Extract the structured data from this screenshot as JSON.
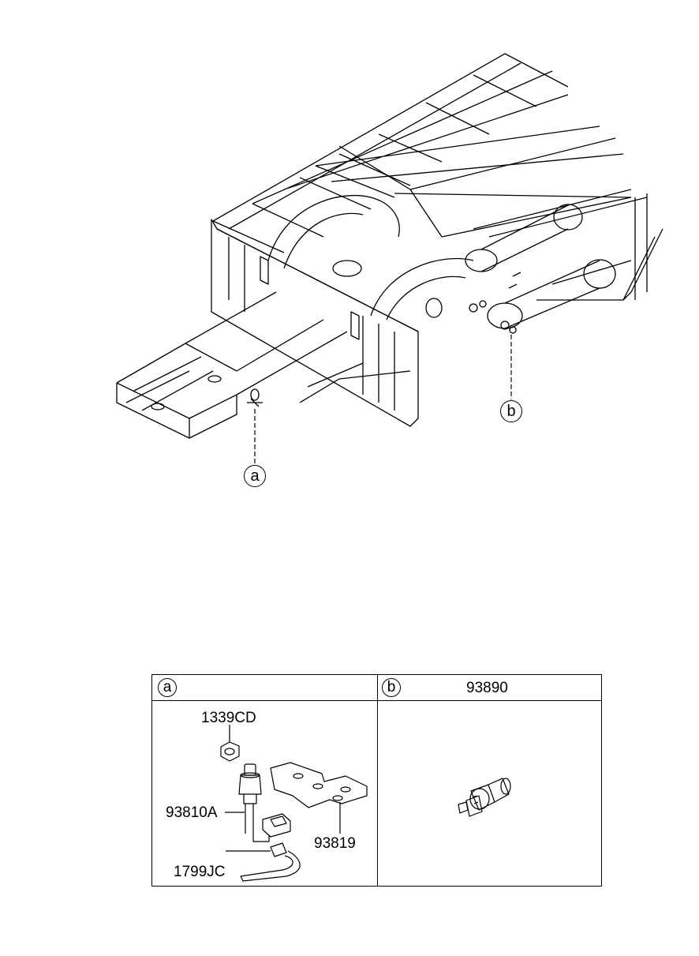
{
  "diagram": {
    "callouts": {
      "a": "a",
      "b": "b"
    }
  },
  "parts_table": {
    "cell_a": {
      "label": "a",
      "parts": {
        "nut": "1339CD",
        "switch": "93810A",
        "bracket": "93819",
        "tie": "1799JC"
      }
    },
    "cell_b": {
      "label": "b",
      "part_number": "93890"
    }
  }
}
